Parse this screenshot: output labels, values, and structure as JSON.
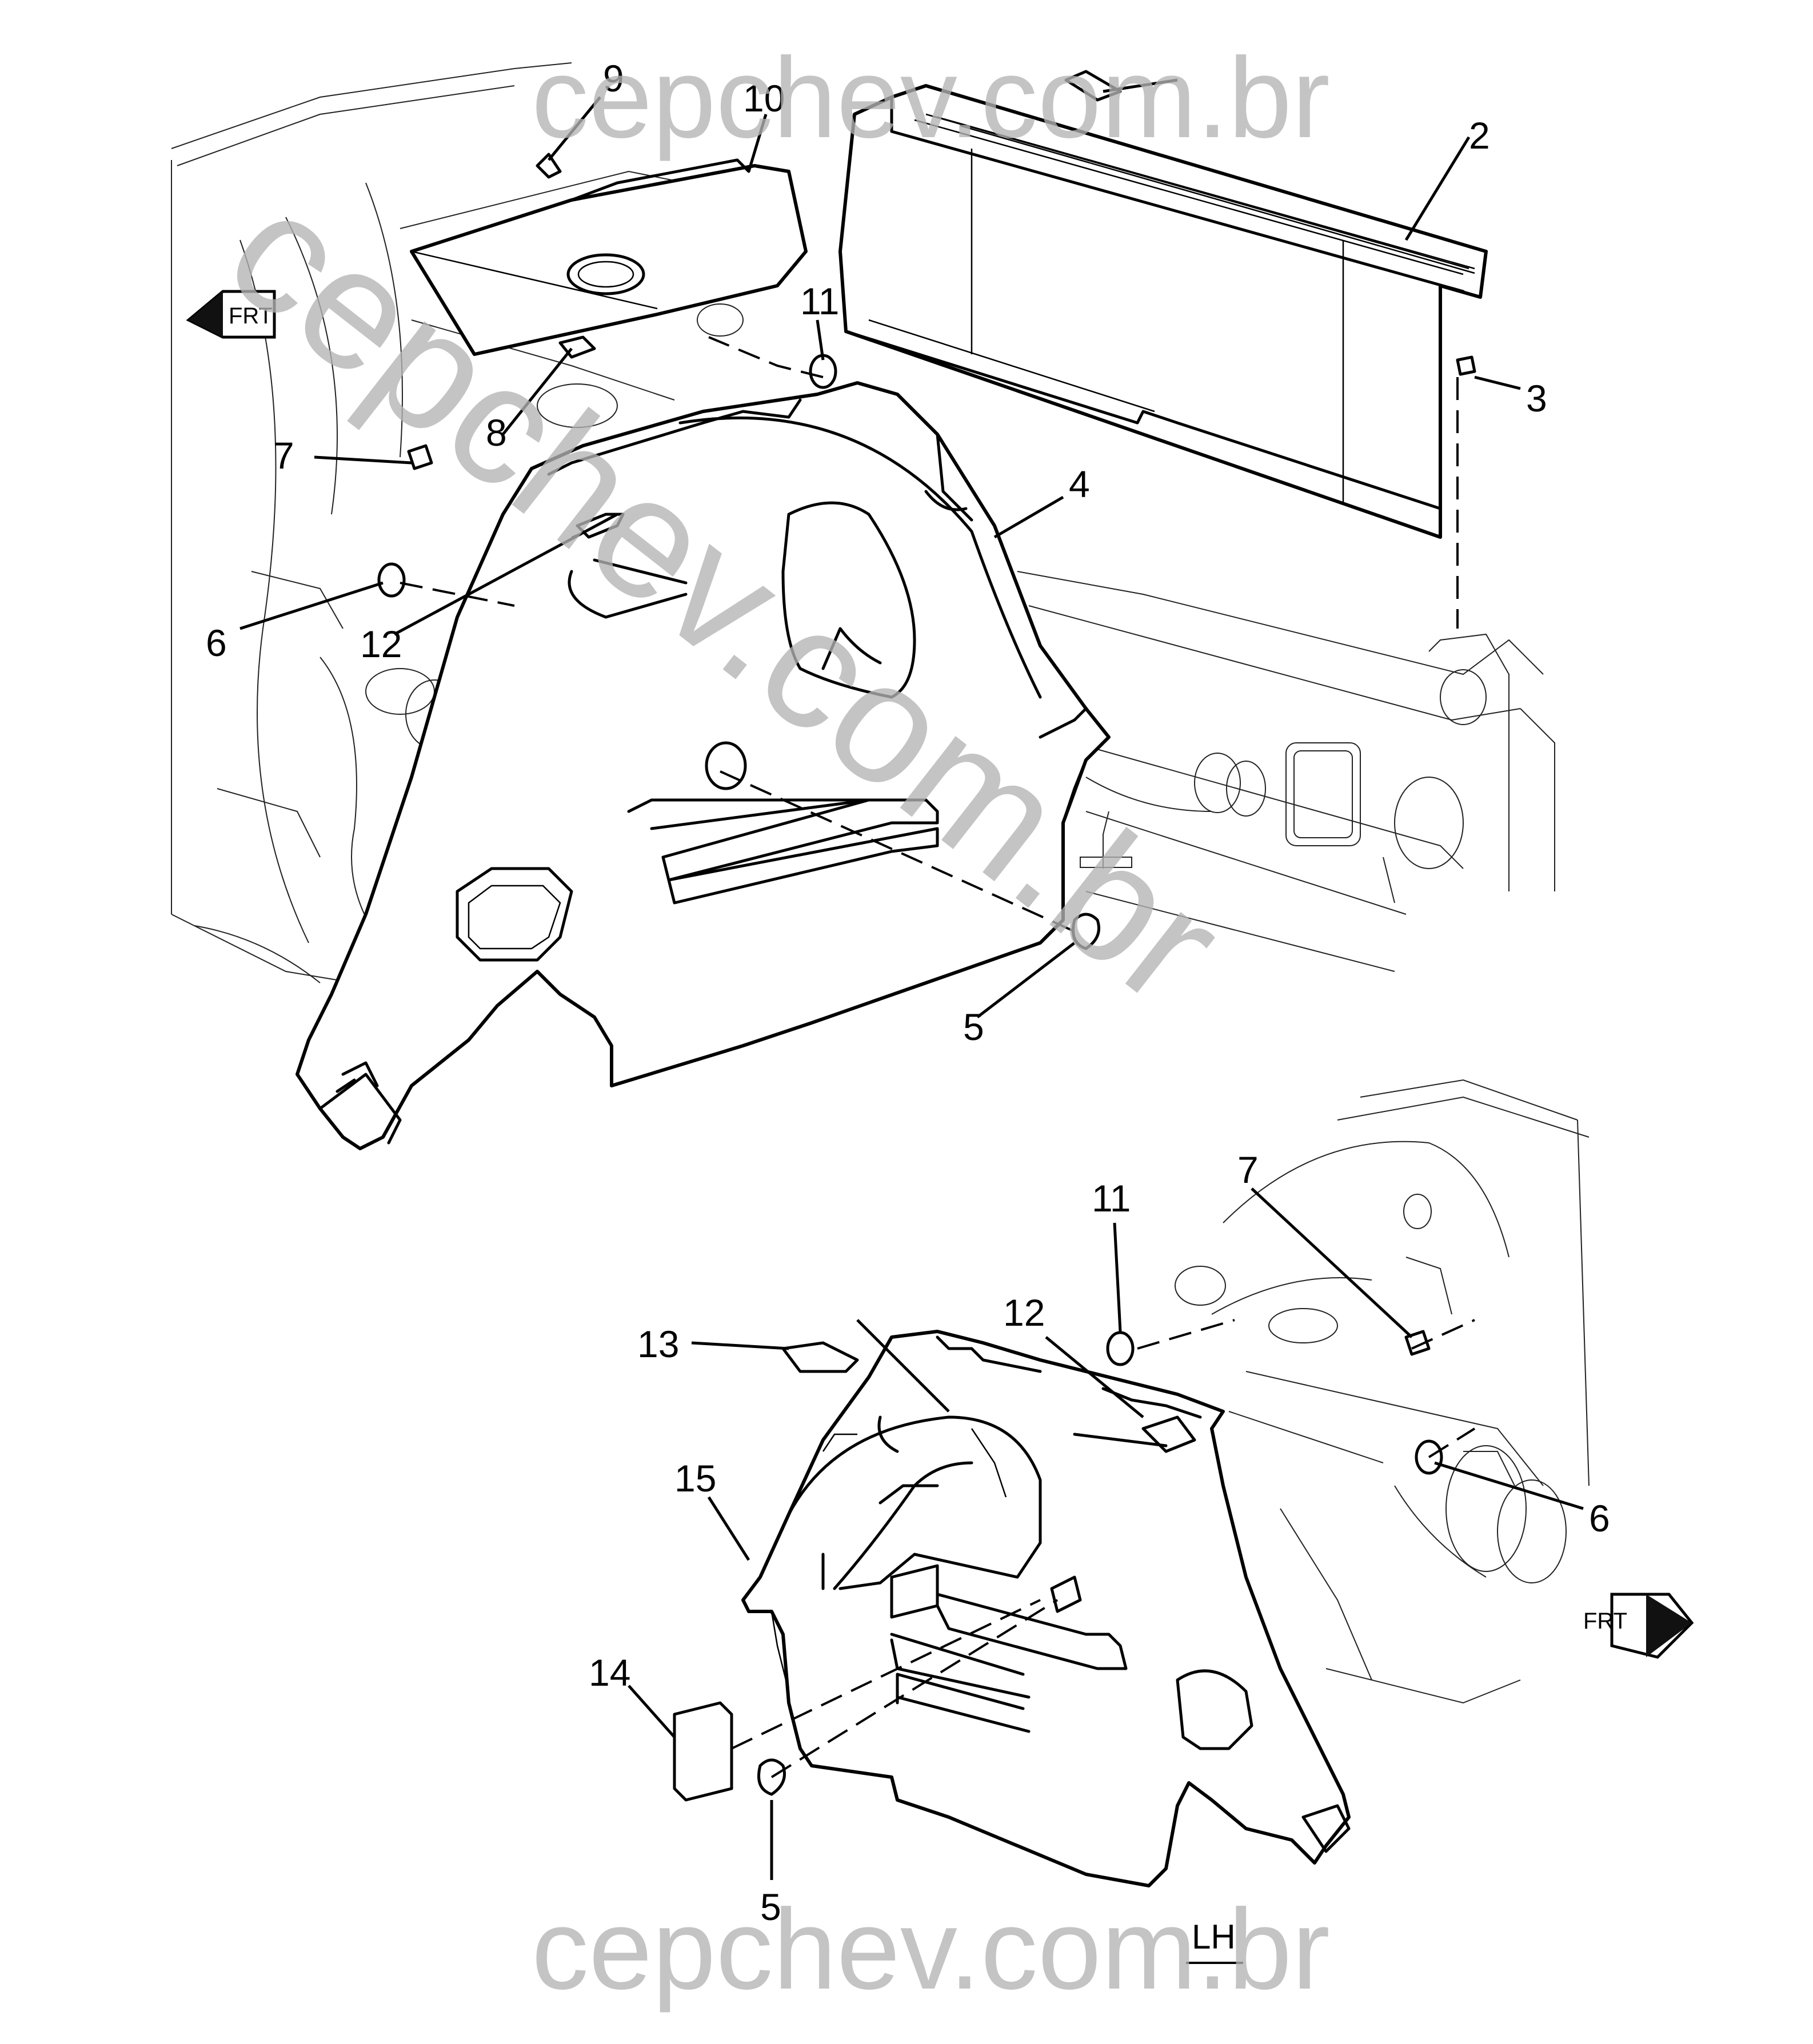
{
  "diagram": {
    "callouts_upper": [
      "9",
      "10",
      "2",
      "11",
      "3",
      "7",
      "8",
      "4",
      "6",
      "12",
      "5"
    ],
    "callouts_lower": [
      "11",
      "7",
      "13",
      "12",
      "15",
      "6",
      "14",
      "5"
    ],
    "direction_label": "FRT",
    "side_label": "LH"
  },
  "watermark": {
    "top": "cepchev.com.br",
    "diagonal": "cepchev.com.br",
    "bottom": "cepchev.com.br"
  }
}
